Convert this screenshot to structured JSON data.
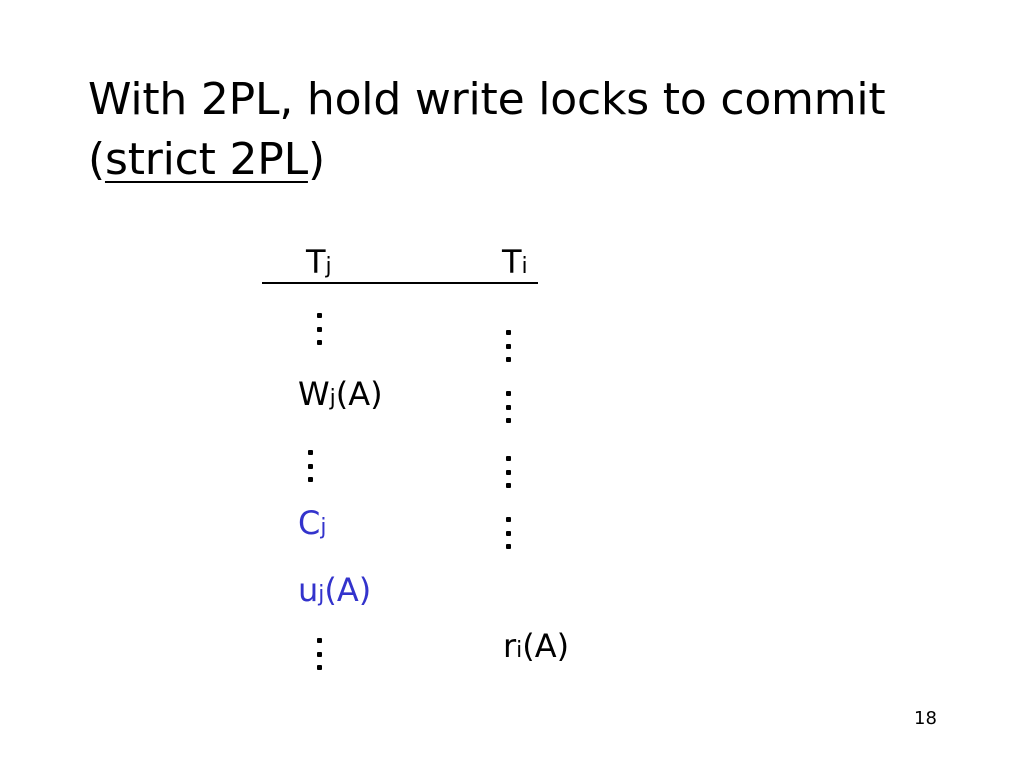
{
  "slide": {
    "title_line1": "With 2PL, hold write locks to commit",
    "title_open_paren": "(",
    "title_underlined": "strict 2PL",
    "title_close_paren": ")",
    "page_number": "18"
  },
  "schedule": {
    "col_j_header": {
      "base": "T",
      "sub": "j"
    },
    "col_i_header": {
      "base": "T",
      "sub": "i"
    },
    "write_op": {
      "base": "W",
      "sub": "j",
      "arg": "(A)"
    },
    "commit_op": {
      "base": "C",
      "sub": "j"
    },
    "unlock_op": {
      "base": "u",
      "sub": "j",
      "arg": "(A)"
    },
    "read_op": {
      "base": "r",
      "sub": "i",
      "arg": "(A)"
    },
    "highlight_color": "#3333cc"
  }
}
